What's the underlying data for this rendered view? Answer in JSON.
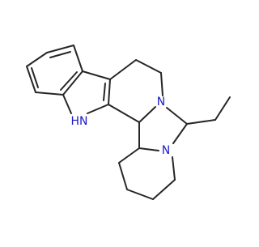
{
  "molecule": {
    "atom_labels": {
      "indole_nh": "HN",
      "amine_n_upper": "N",
      "amine_n_lower": "N"
    },
    "colors": {
      "bond": "#262626",
      "nitrogen": "#1a1acc",
      "background": "#ffffff"
    }
  }
}
